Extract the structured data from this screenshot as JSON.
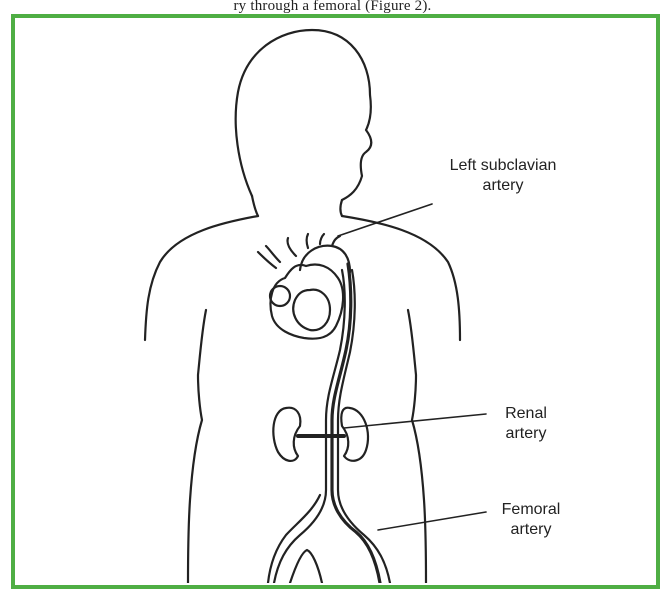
{
  "caption": "ry through a femoral (Figure 2).",
  "frame_color": "#4fae44",
  "labels": {
    "subclavian_l1": "Left subclavian",
    "subclavian_l2": "artery",
    "renal_l1": "Renal",
    "renal_l2": "artery",
    "femoral_l1": "Femoral",
    "femoral_l2": "artery"
  }
}
